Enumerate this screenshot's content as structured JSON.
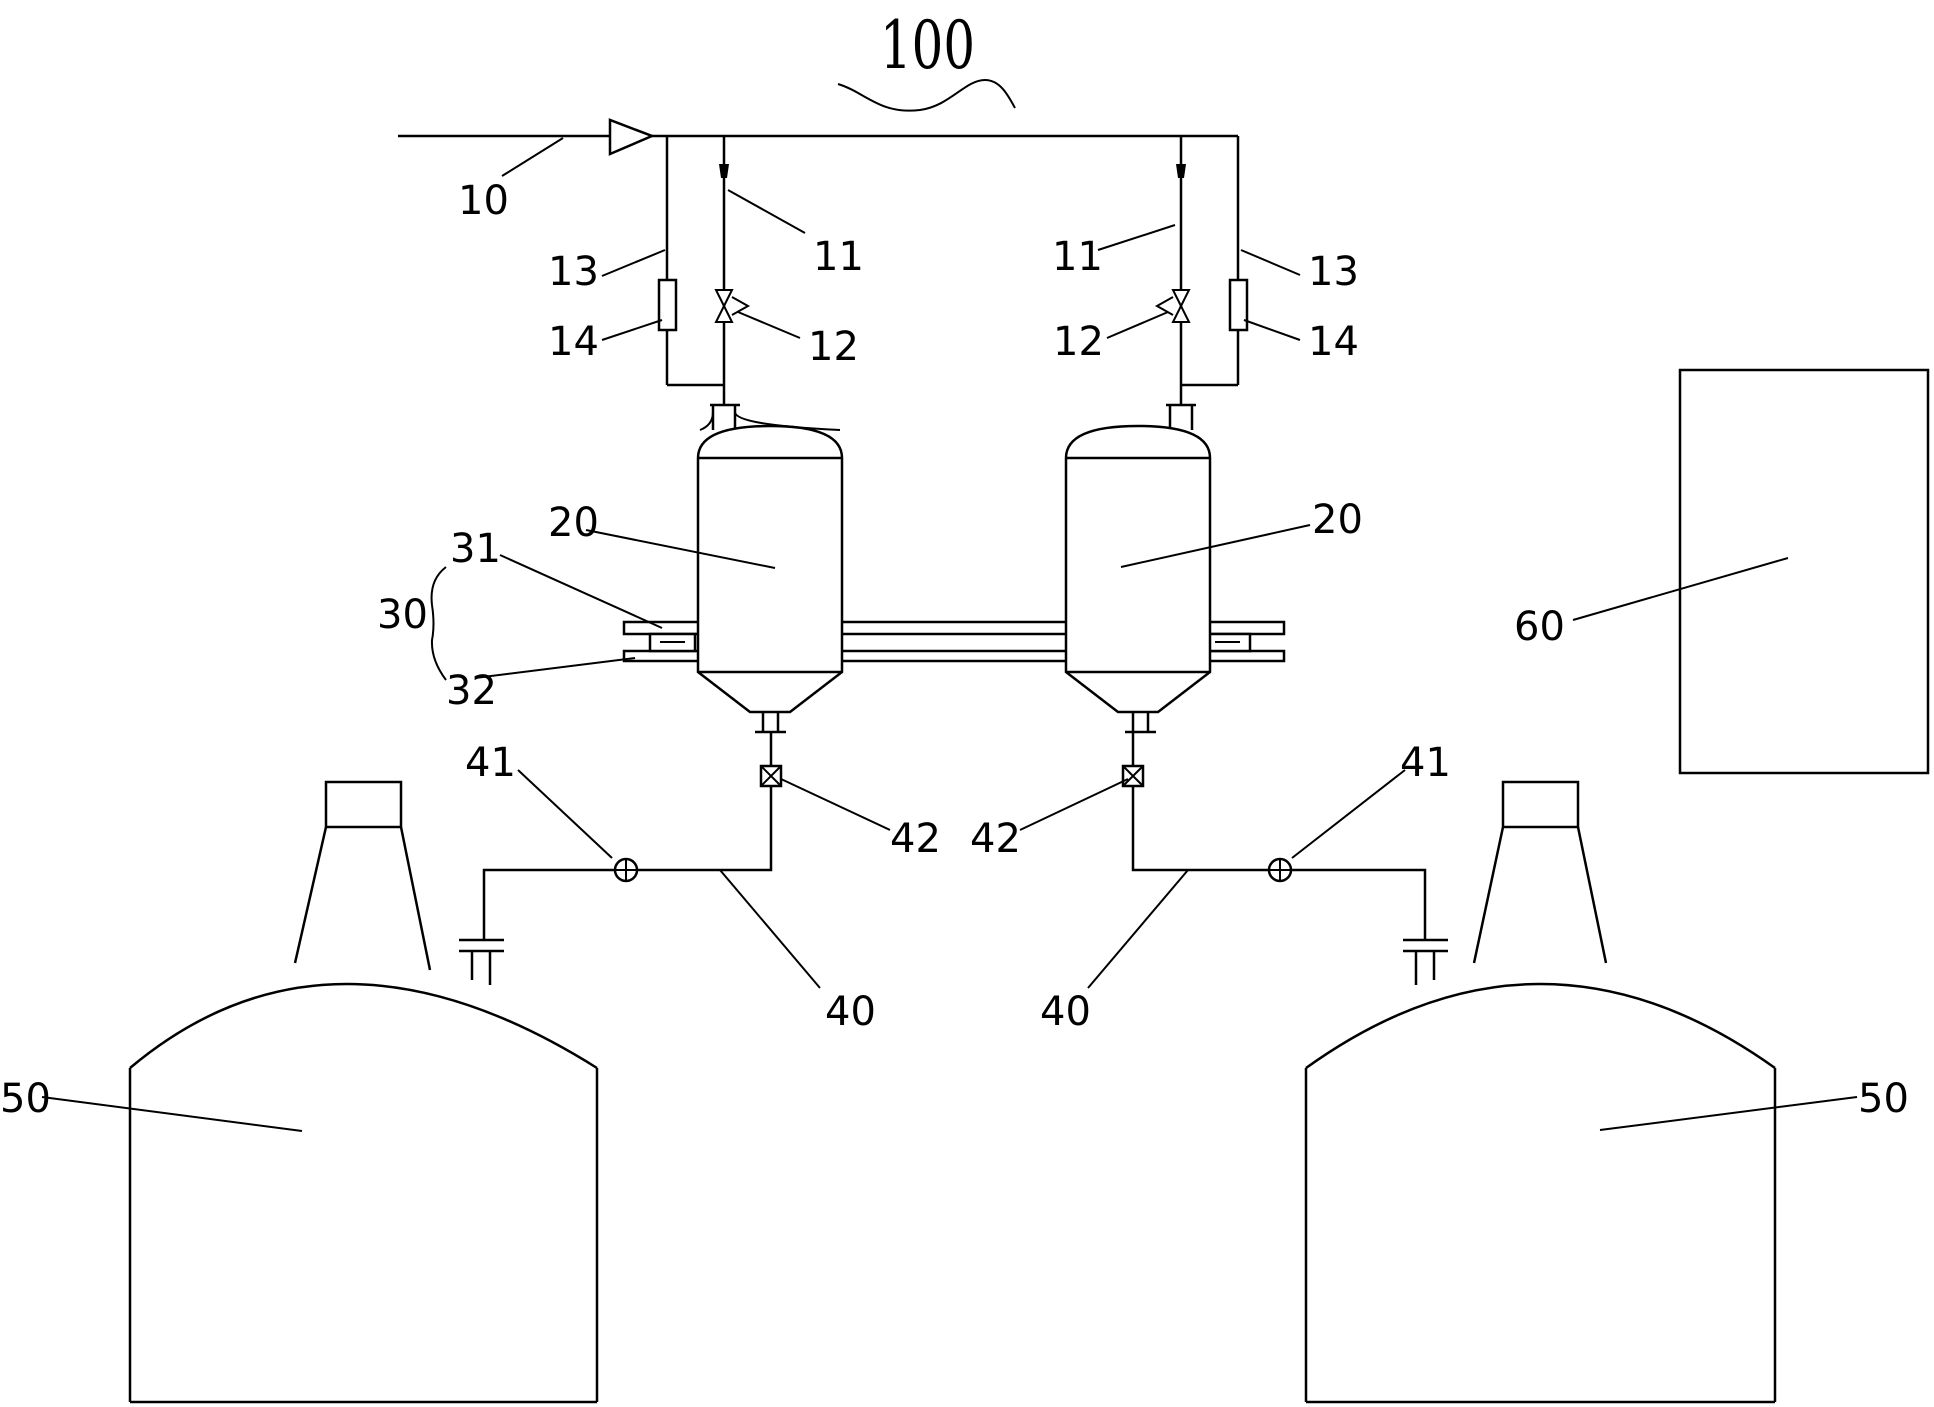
{
  "figure_label": "100",
  "labels": {
    "inlet_pipe": "10",
    "branch_pipe": "11",
    "valve_12": "12",
    "bypass_pipe": "13",
    "meter_14": "14",
    "tank_20": "20",
    "frame_30": "30",
    "rail_31": "31",
    "scale_32": "32",
    "outlet_pipe": "40",
    "valve_41": "41",
    "valve_42": "42",
    "vessel_50": "50",
    "controller_60": "60"
  }
}
